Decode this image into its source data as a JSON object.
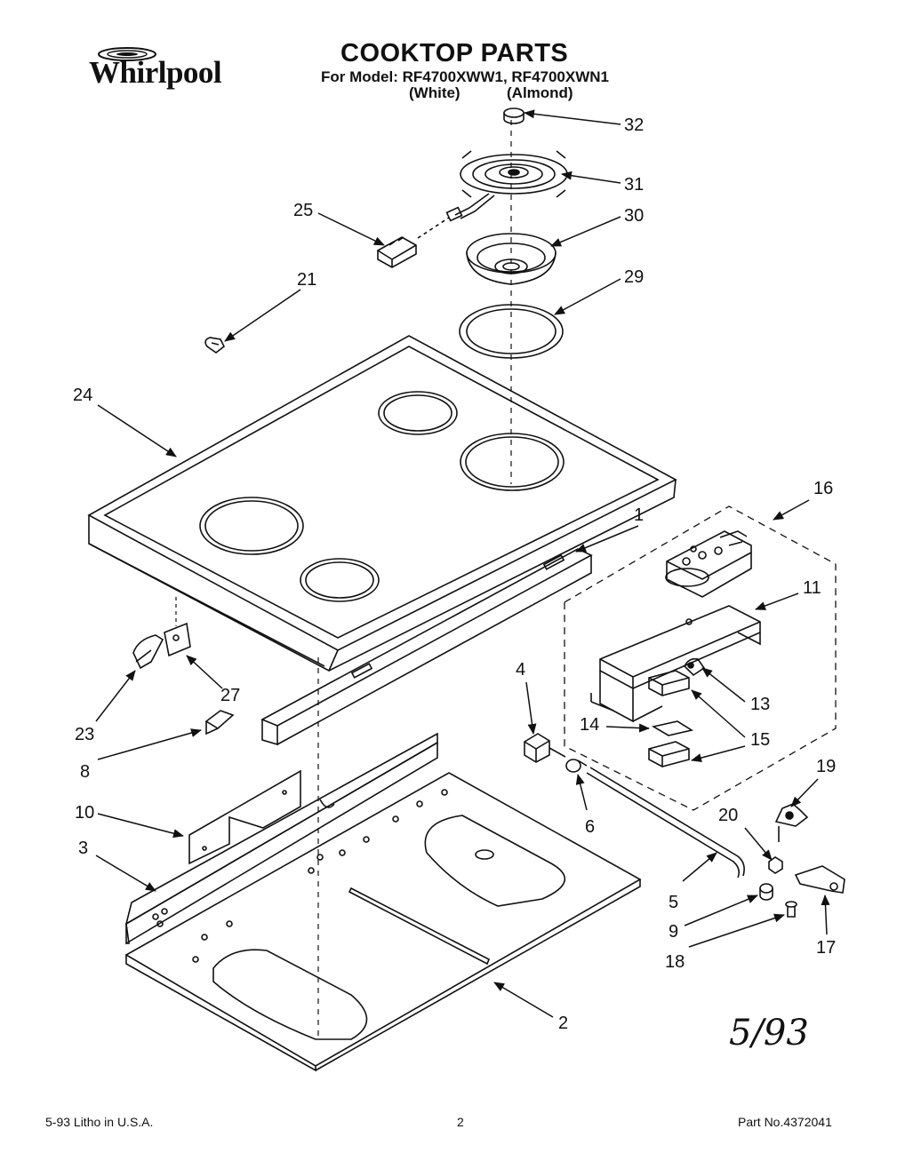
{
  "header": {
    "brand": "Whirlpool",
    "title": "COOKTOP PARTS",
    "model_line": "For Model: RF4700XWW1,  RF4700XWN1",
    "variant_white": "(White)",
    "variant_almond": "(Almond)"
  },
  "part_labels": [
    {
      "id": "32",
      "text": "32"
    },
    {
      "id": "31",
      "text": "31"
    },
    {
      "id": "30",
      "text": "30"
    },
    {
      "id": "25",
      "text": "25"
    },
    {
      "id": "29",
      "text": "29"
    },
    {
      "id": "21",
      "text": "21"
    },
    {
      "id": "24",
      "text": "24"
    },
    {
      "id": "16",
      "text": "16"
    },
    {
      "id": "1",
      "text": "1"
    },
    {
      "id": "11",
      "text": "11"
    },
    {
      "id": "4",
      "text": "4"
    },
    {
      "id": "27",
      "text": "27"
    },
    {
      "id": "13",
      "text": "13"
    },
    {
      "id": "23",
      "text": "23"
    },
    {
      "id": "14",
      "text": "14"
    },
    {
      "id": "15",
      "text": "15"
    },
    {
      "id": "8",
      "text": "8"
    },
    {
      "id": "19",
      "text": "19"
    },
    {
      "id": "10",
      "text": "10"
    },
    {
      "id": "6",
      "text": "6"
    },
    {
      "id": "20",
      "text": "20"
    },
    {
      "id": "3",
      "text": "3"
    },
    {
      "id": "5",
      "text": "5"
    },
    {
      "id": "9",
      "text": "9"
    },
    {
      "id": "17",
      "text": "17"
    },
    {
      "id": "18",
      "text": "18"
    },
    {
      "id": "2",
      "text": "2"
    }
  ],
  "handwritten_note": "5/93",
  "footer": {
    "left": "5-93  Litho in U.S.A.",
    "page_number": "2",
    "part_number": "Part No.4372041"
  }
}
